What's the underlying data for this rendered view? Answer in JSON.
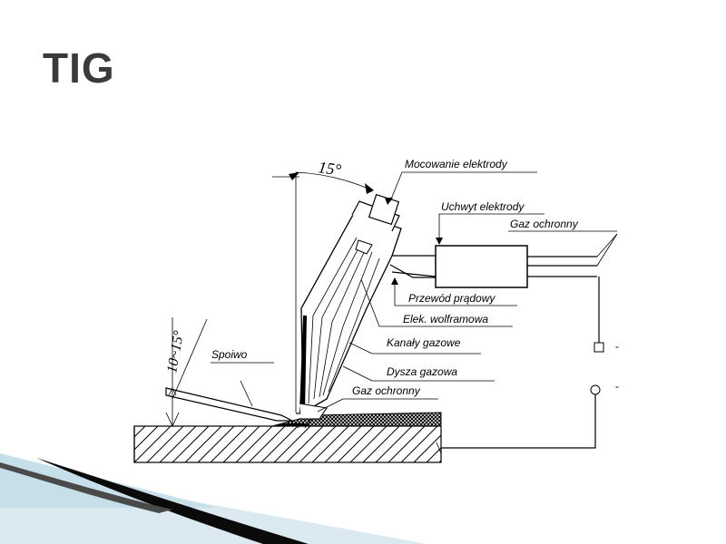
{
  "title": "TIG",
  "diagram": {
    "angle_top": "15°",
    "angle_side": "10~15°",
    "labels": {
      "mocowanie": "Mocowanie elektrody",
      "uchwyt": "Uchwyt elektrody",
      "gaz_ochronny_top": "Gaz ochronny",
      "przewod": "Przewód prądowy",
      "elek": "Elek. wolframowa",
      "kanaly": "Kanały gazowe",
      "dysza": "Dysza gazowa",
      "gaz_ochronny_bottom": "Gaz ochronny",
      "spoiwo": "Spoiwo"
    },
    "terminal_plus": "-",
    "terminal_minus": "-"
  },
  "colors": {
    "title": "#3a3a3a",
    "accent_dark": "#0a0a0a",
    "accent_light": "#bcd9e3"
  }
}
